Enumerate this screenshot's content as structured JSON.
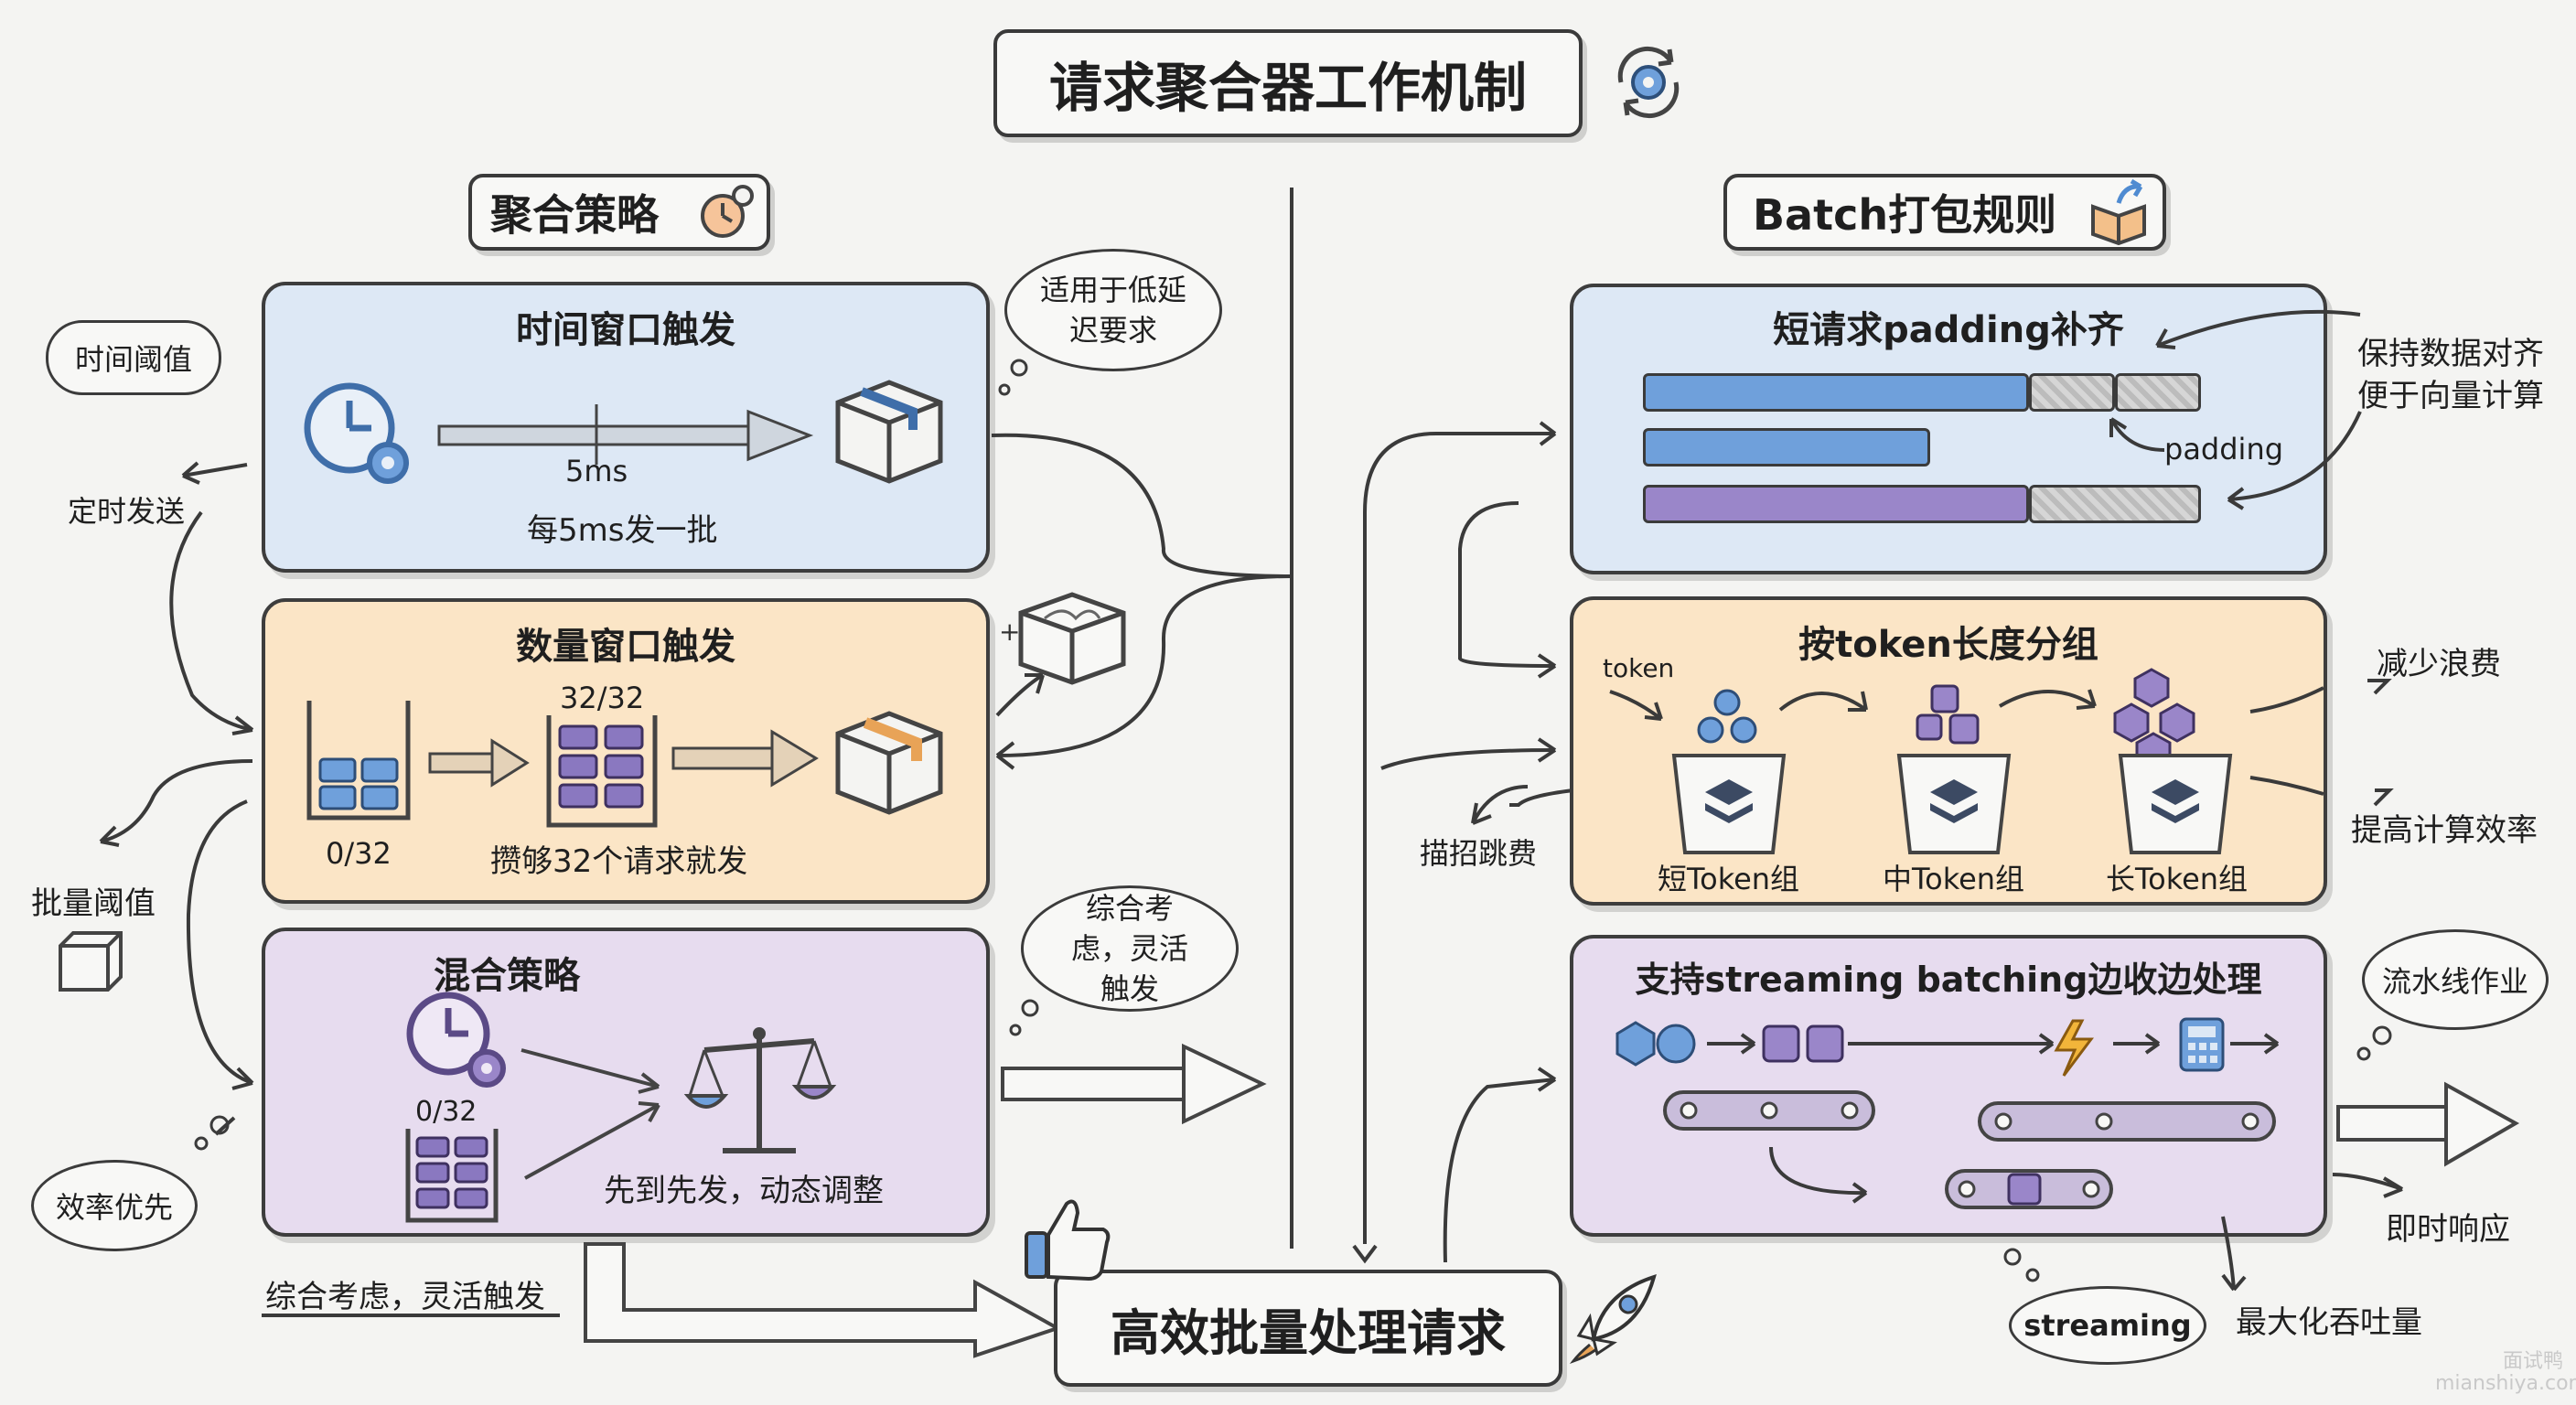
{
  "title": "请求聚合器工作机制",
  "left_header": "聚合策略",
  "right_header": "Batch打包规则",
  "time_window": {
    "title": "时间窗口触发",
    "interval": "5ms",
    "desc": "每5ms发一批",
    "bubble": "适用于低延迟要求"
  },
  "count_window": {
    "title": "数量窗口触发",
    "full_count": "32/32",
    "empty_count": "0/32",
    "desc": "攒够32个请求就发"
  },
  "hybrid": {
    "title": "混合策略",
    "count": "0/32",
    "desc": "先到先发，动态调整",
    "bubble": "综合考虑，灵活触发"
  },
  "left_side": {
    "time_threshold": "时间阈值",
    "timed_send": "定时发送",
    "batch_threshold": "批量阈值",
    "efficiency_first": "效率优先"
  },
  "bottom_note": "综合考虑，灵活触发",
  "center_result": "高效批量处理请求",
  "padding_rule": {
    "title": "短请求padding补齐",
    "padding_label": "padding",
    "note": "保持数据对齐便于向量计算"
  },
  "group_rule": {
    "title": "按token长度分组",
    "token_label": "token",
    "groups": [
      "短Token组",
      "中Token组",
      "长Token组"
    ],
    "left_note": "描招跳费",
    "note_reduce": "减少浪费",
    "note_efficiency": "提高计算效率"
  },
  "streaming_rule": {
    "title": "支持streaming batching边收边处理",
    "pipeline": "流水线作业",
    "instant": "即时响应",
    "throughput": "最大化吞吐量",
    "streaming_label": "streaming"
  },
  "watermark": [
    "面试鸭",
    "mianshiya.com"
  ],
  "colors": {
    "blue_panel": "#dde8f5",
    "orange_panel": "#fbe5c6",
    "purple_panel": "#e7dcef",
    "bar_blue": "#6fa0db",
    "bar_purple": "#9a86c9",
    "box_orange": "#e8a357"
  },
  "icons": [
    "gear-refresh-icon",
    "clock-gear-icon",
    "box-icon",
    "balance-scale-icon",
    "thumbs-up-icon",
    "rocket-icon",
    "lightning-icon",
    "calculator-icon",
    "layers-icon",
    "cube-icon"
  ]
}
